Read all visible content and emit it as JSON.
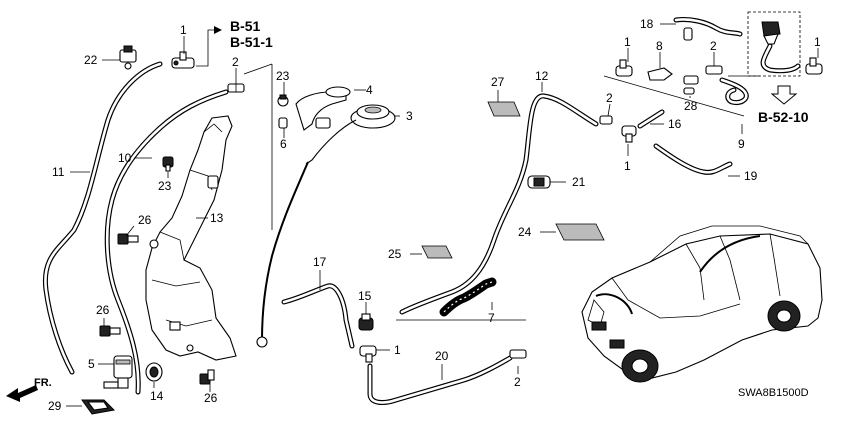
{
  "diagram": {
    "ref_labels": [
      "B-51",
      "B-51-1",
      "B-52-10"
    ],
    "direction_label": "FR.",
    "drawing_code": "SWA8B1500D",
    "callouts": [
      "1",
      "2",
      "3",
      "4",
      "5",
      "6",
      "7",
      "8",
      "9",
      "10",
      "11",
      "12",
      "13",
      "14",
      "15",
      "16",
      "17",
      "18",
      "19",
      "20",
      "21",
      "22",
      "23",
      "24",
      "25",
      "26",
      "27",
      "28",
      "29"
    ]
  }
}
